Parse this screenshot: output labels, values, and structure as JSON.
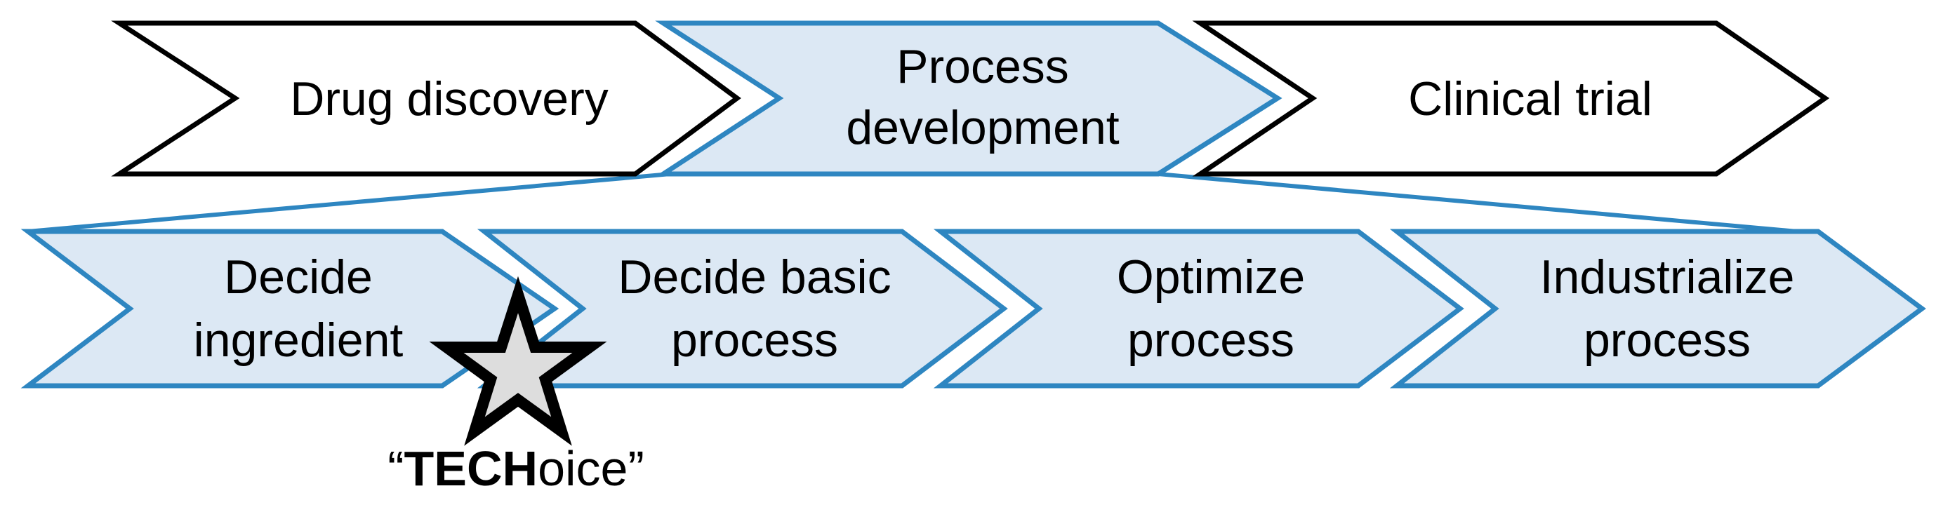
{
  "colors": {
    "white_fill": "#ffffff",
    "blue_fill": "#dce8f4",
    "blue_stroke": "#2e86c1",
    "black_stroke": "#000000",
    "star_fill": "#dddddd"
  },
  "top_row": [
    {
      "lines": [
        "Drug discovery"
      ],
      "style": "plain"
    },
    {
      "lines": [
        "Process",
        "development"
      ],
      "style": "highlight"
    },
    {
      "lines": [
        "Clinical trial"
      ],
      "style": "plain"
    }
  ],
  "bottom_row": [
    {
      "lines": [
        "Decide",
        "ingredient"
      ]
    },
    {
      "lines": [
        "Decide basic",
        "process"
      ]
    },
    {
      "lines": [
        "Optimize",
        "process"
      ]
    },
    {
      "lines": [
        "Industrialize",
        "process"
      ]
    }
  ],
  "marker": {
    "icon": "star-icon",
    "caption_open_quote": "“",
    "caption_bold": "TECH",
    "caption_rest": "oice”"
  }
}
